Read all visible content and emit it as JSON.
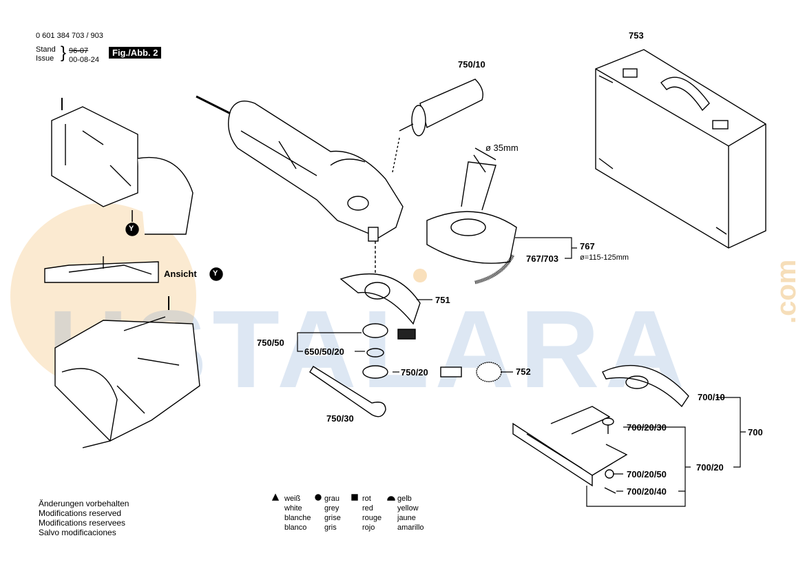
{
  "header": {
    "doc_number": "0 601 384 703 / 903",
    "stand_label": "Stand",
    "issue_label": "Issue",
    "date_old": "96-07",
    "date_new": "00-08-24",
    "fig_label": "Fig./Abb. 2"
  },
  "view": {
    "ansicht_label": "Ansicht",
    "y_marker": "Y"
  },
  "parts": {
    "p753": "753",
    "p750_10": "750/10",
    "dia": "ø 35mm",
    "p767": "767",
    "p767_703": "767/703",
    "range": "ø=115-125mm",
    "p751": "751",
    "p750_50": "750/50",
    "p650_50_20": "650/50/20",
    "p750_20": "750/20",
    "p752": "752",
    "p750_30": "750/30",
    "p700_10": "700/10",
    "p700": "700",
    "p700_20_30": "700/20/30",
    "p700_20_50": "700/20/50",
    "p700_20": "700/20",
    "p700_20_40": "700/20/40"
  },
  "notes": {
    "lines": [
      "Änderungen vorbehalten",
      "Modifications reserved",
      "Modifications reservees",
      "Salvo modificaciones"
    ]
  },
  "legend": {
    "white": [
      "weiß",
      "white",
      "blanche",
      "blanco"
    ],
    "grey": [
      "grau",
      "grey",
      "grise",
      "gris"
    ],
    "red": [
      "rot",
      "red",
      "rouge",
      "rojo"
    ],
    "yellow": [
      "gelb",
      "yellow",
      "jaune",
      "amarillo"
    ]
  },
  "watermark": {
    "text": "USTALARA",
    "suffix": ".com",
    "color": "#4a7fc1",
    "accent": "#e8a23a"
  }
}
